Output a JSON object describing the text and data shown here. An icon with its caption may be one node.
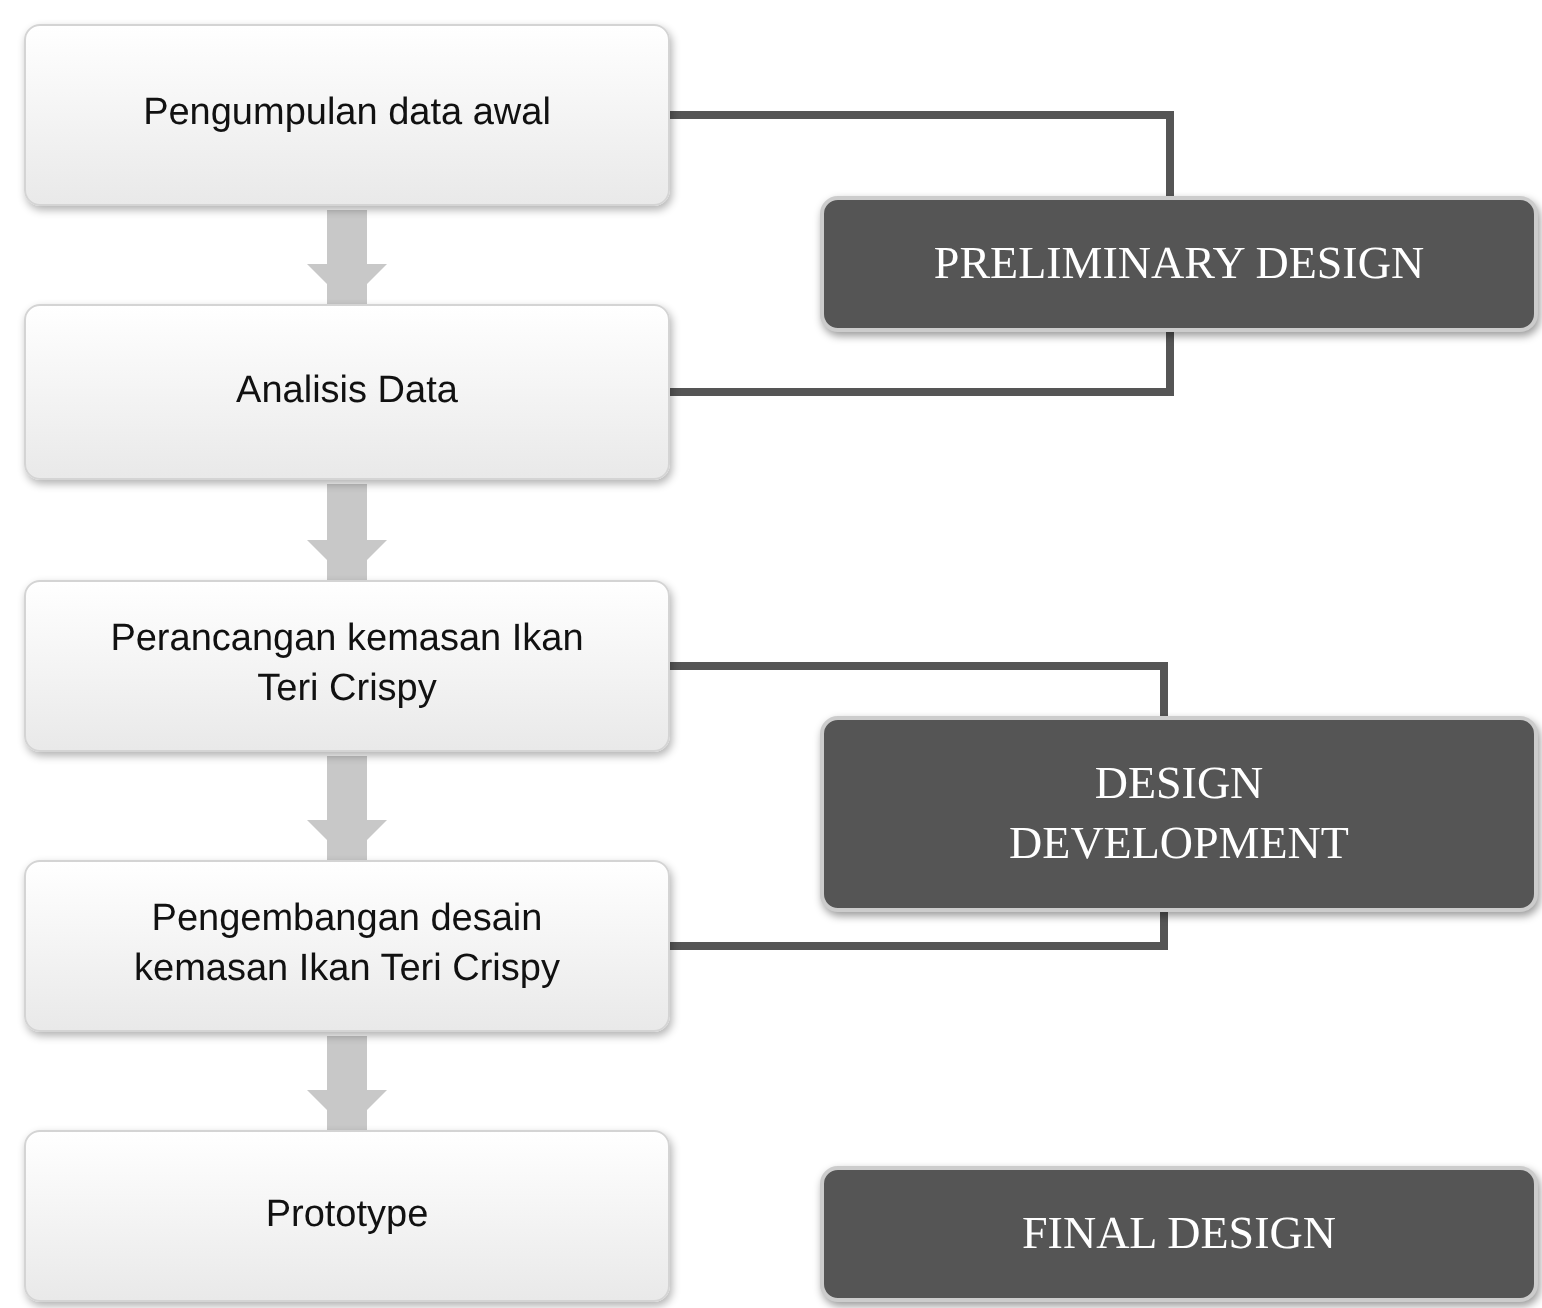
{
  "diagram": {
    "nodes": [
      {
        "text": [
          "Pengumpulan data awal"
        ]
      },
      {
        "text": [
          "Analisis Data"
        ]
      },
      {
        "text": [
          "Perancangan kemasan Ikan Teri Crispy"
        ]
      },
      {
        "text": [
          "Pengembangan desain kemasan Ikan Teri Crispy"
        ]
      },
      {
        "text": [
          "Prototype"
        ]
      },
      {
        "text": [
          "PRELIMINARY DESIGN"
        ]
      },
      {
        "text": [
          "DESIGN DEVELOPMENT"
        ]
      },
      {
        "text": [
          "FINAL DESIGN"
        ]
      }
    ],
    "edges": [
      {
        "from": 0,
        "to": 1,
        "arrow": "to",
        "style": "thick",
        "color": "#c8c8c8"
      },
      {
        "from": 1,
        "to": 2,
        "arrow": "to",
        "style": "thick",
        "color": "#c8c8c8"
      },
      {
        "from": 2,
        "to": 3,
        "arrow": "to",
        "style": "thick",
        "color": "#c8c8c8"
      },
      {
        "from": 3,
        "to": 4,
        "arrow": "to",
        "style": "thick",
        "color": "#c8c8c8"
      },
      {
        "from": 0,
        "to": 5,
        "arrow": "none",
        "color": "#555555"
      },
      {
        "from": 1,
        "to": 5,
        "arrow": "none",
        "color": "#555555"
      },
      {
        "from": 2,
        "to": 6,
        "arrow": "none",
        "color": "#555555"
      },
      {
        "from": 3,
        "to": 6,
        "arrow": "none",
        "color": "#555555"
      }
    ]
  }
}
